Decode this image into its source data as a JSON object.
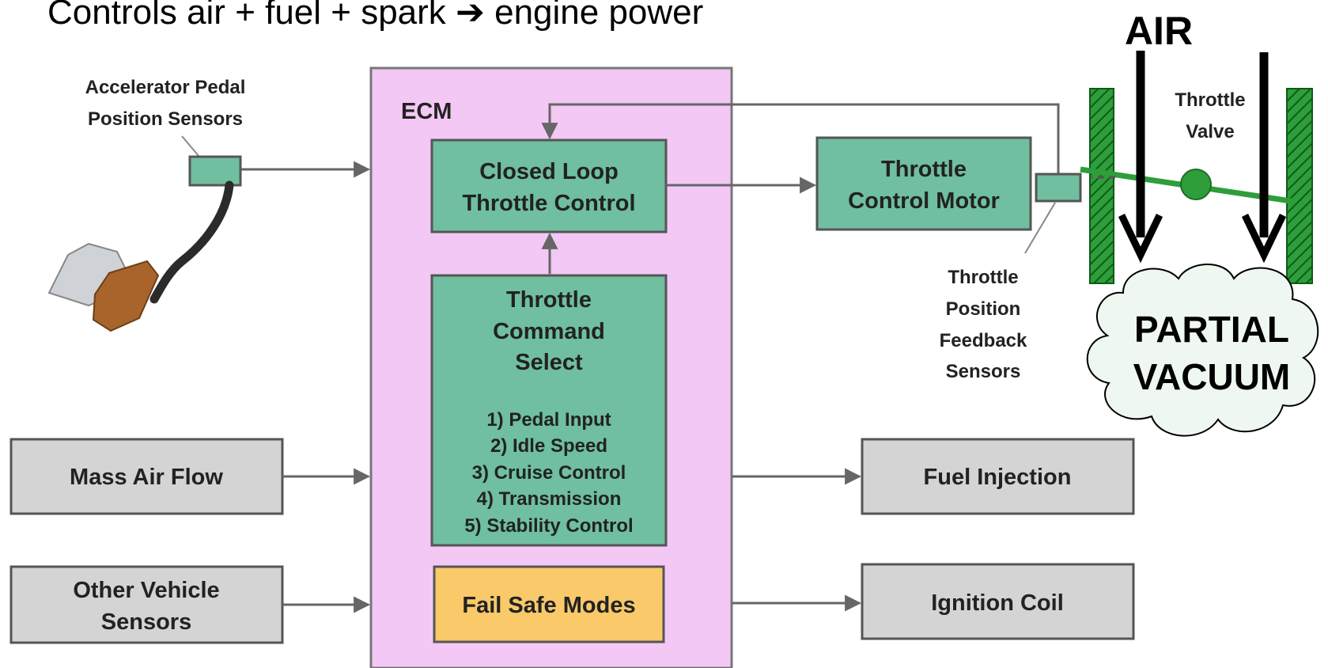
{
  "header": {
    "title": "Controls air + fuel + spark ➔ engine power",
    "air_label": "AIR"
  },
  "inputs": {
    "pedal_sensor_label_line1": "Accelerator Pedal",
    "pedal_sensor_label_line2": "Position Sensors",
    "mass_air_flow": "Mass Air Flow",
    "other_sensors_line1": "Other Vehicle",
    "other_sensors_line2": "Sensors"
  },
  "ecm": {
    "label": "ECM",
    "closed_loop_line1": "Closed Loop",
    "closed_loop_line2": "Throttle Control",
    "command_select_line1": "Throttle",
    "command_select_line2": "Command",
    "command_select_line3": "Select",
    "command_items": [
      "1) Pedal Input",
      "2) Idle Speed",
      "3) Cruise Control",
      "4) Transmission",
      "5) Stability Control"
    ],
    "fail_safe": "Fail Safe Modes"
  },
  "outputs": {
    "throttle_motor_line1": "Throttle",
    "throttle_motor_line2": "Control Motor",
    "fuel_injection": "Fuel Injection",
    "ignition_coil": "Ignition Coil",
    "feedback_line1": "Throttle",
    "feedback_line2": "Position",
    "feedback_line3": "Feedback",
    "feedback_line4": "Sensors",
    "throttle_valve_line1": "Throttle",
    "throttle_valve_line2": "Valve",
    "vacuum_line1": "PARTIAL",
    "vacuum_line2": "VACUUM"
  },
  "colors": {
    "ecm_fill": "#f3c8f5",
    "module_green": "#6fbfa0",
    "fail_safe_orange": "#f9c96a",
    "io_gray": "#d4d4d4",
    "valve_green": "#2e9e3a",
    "cloud_fill": "#eef8f1"
  }
}
